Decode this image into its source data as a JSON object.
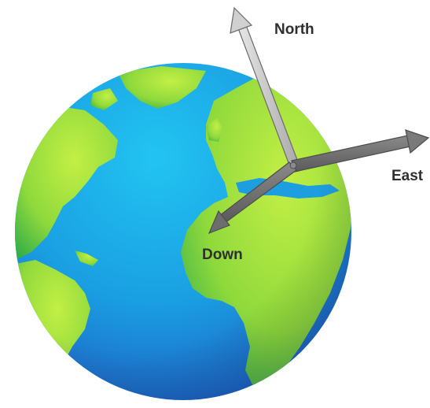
{
  "figure": {
    "globe_colors": {
      "ocean_light": "#19b4ea",
      "ocean_dark": "#1f66c9",
      "land_light": "#b6ea3d",
      "land_dark": "#33b24a"
    },
    "arrow_colors": {
      "north_shaft": "#c9c9c9",
      "east_down_shaft": "#6b6b6b",
      "outline": "#555555"
    },
    "labels": {
      "north": "North",
      "east": "East",
      "down": "Down"
    }
  }
}
